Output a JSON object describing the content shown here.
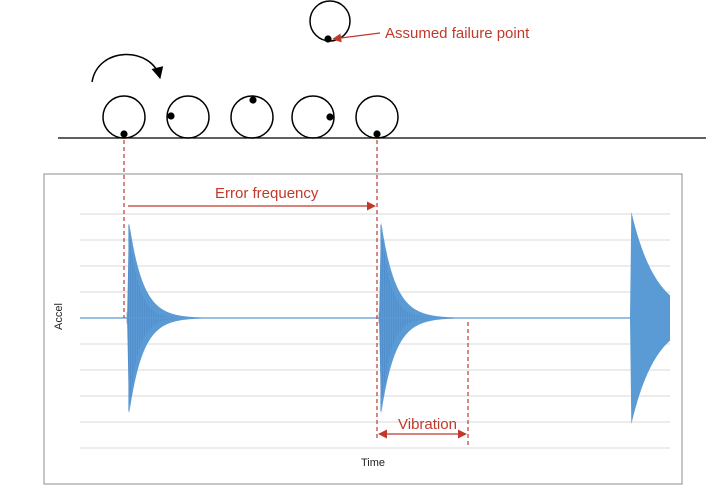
{
  "labels": {
    "failure_point": "Assumed failure point",
    "error_frequency": "Error frequency",
    "vibration": "Vibration",
    "x_axis": "Time",
    "y_axis": "Accel"
  },
  "colors": {
    "signal": "#5b9bd5",
    "annotation": "#c0392b",
    "grid": "#d9d9d9",
    "outline": "#000000",
    "frame": "#8c8c8c"
  },
  "icons": {
    "rotation": "curved-arrow-icon",
    "wheel": "circle-with-dot-icon"
  }
}
